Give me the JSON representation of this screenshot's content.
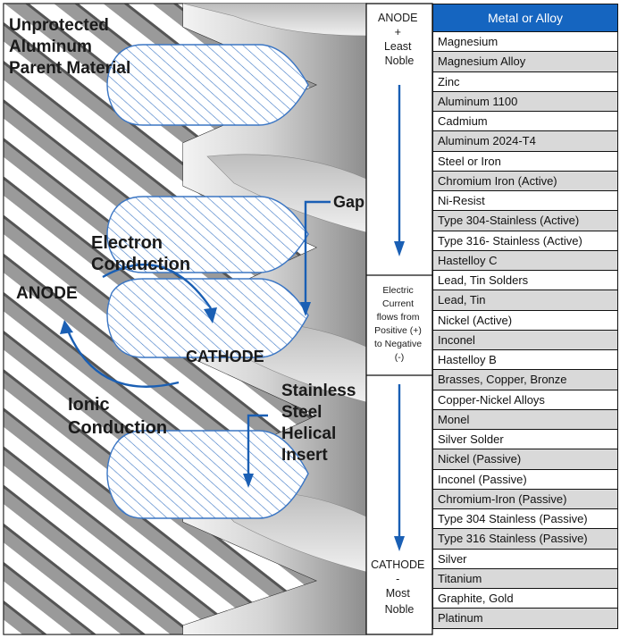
{
  "diagram": {
    "labels": {
      "parent_material": [
        "Unprotected",
        "Aluminum",
        "Parent Material"
      ],
      "gap": "Gap",
      "electron_conduction": [
        "Electron",
        "Conduction"
      ],
      "anode": "ANODE",
      "cathode": "CATHODE",
      "ionic_conduction": [
        "Ionic",
        "Conduction"
      ],
      "insert": [
        "Stainless",
        "Steel",
        "Helical",
        "Insert"
      ]
    }
  },
  "scale": {
    "top": [
      "ANODE",
      "+",
      "Least",
      "Noble"
    ],
    "middle": [
      "Electric",
      "Current",
      "flows from",
      "Positive (+)",
      "to Negative",
      "(-)"
    ],
    "bottom": [
      "CATHODE",
      "-",
      "Most",
      "Noble"
    ],
    "colors": {
      "arrow": "#1a5fb4",
      "header": "#1565c0",
      "row_shade": "#d9d9d9"
    }
  },
  "table": {
    "header": "Metal or Alloy",
    "rows": [
      "Magnesium",
      "Magnesium Alloy",
      "Zinc",
      "Aluminum 1100",
      "Cadmium",
      "Aluminum 2024-T4",
      "Steel or Iron",
      "Chromium Iron (Active)",
      "Ni-Resist",
      "Type 304-Stainless (Active)",
      "Type 316- Stainless (Active)",
      "Hastelloy C",
      "Lead, Tin Solders",
      "Lead, Tin",
      "Nickel (Active)",
      "Inconel",
      "Hastelloy B",
      "Brasses, Copper, Bronze",
      "Copper-Nickel Alloys",
      "Monel",
      "Silver Solder",
      "Nickel (Passive)",
      "Inconel (Passive)",
      "Chromium-Iron (Passive)",
      "Type 304 Stainless (Passive)",
      "Type 316 Stainless (Passive)",
      "Silver",
      "Titanium",
      "Graphite, Gold",
      "Platinum"
    ]
  }
}
